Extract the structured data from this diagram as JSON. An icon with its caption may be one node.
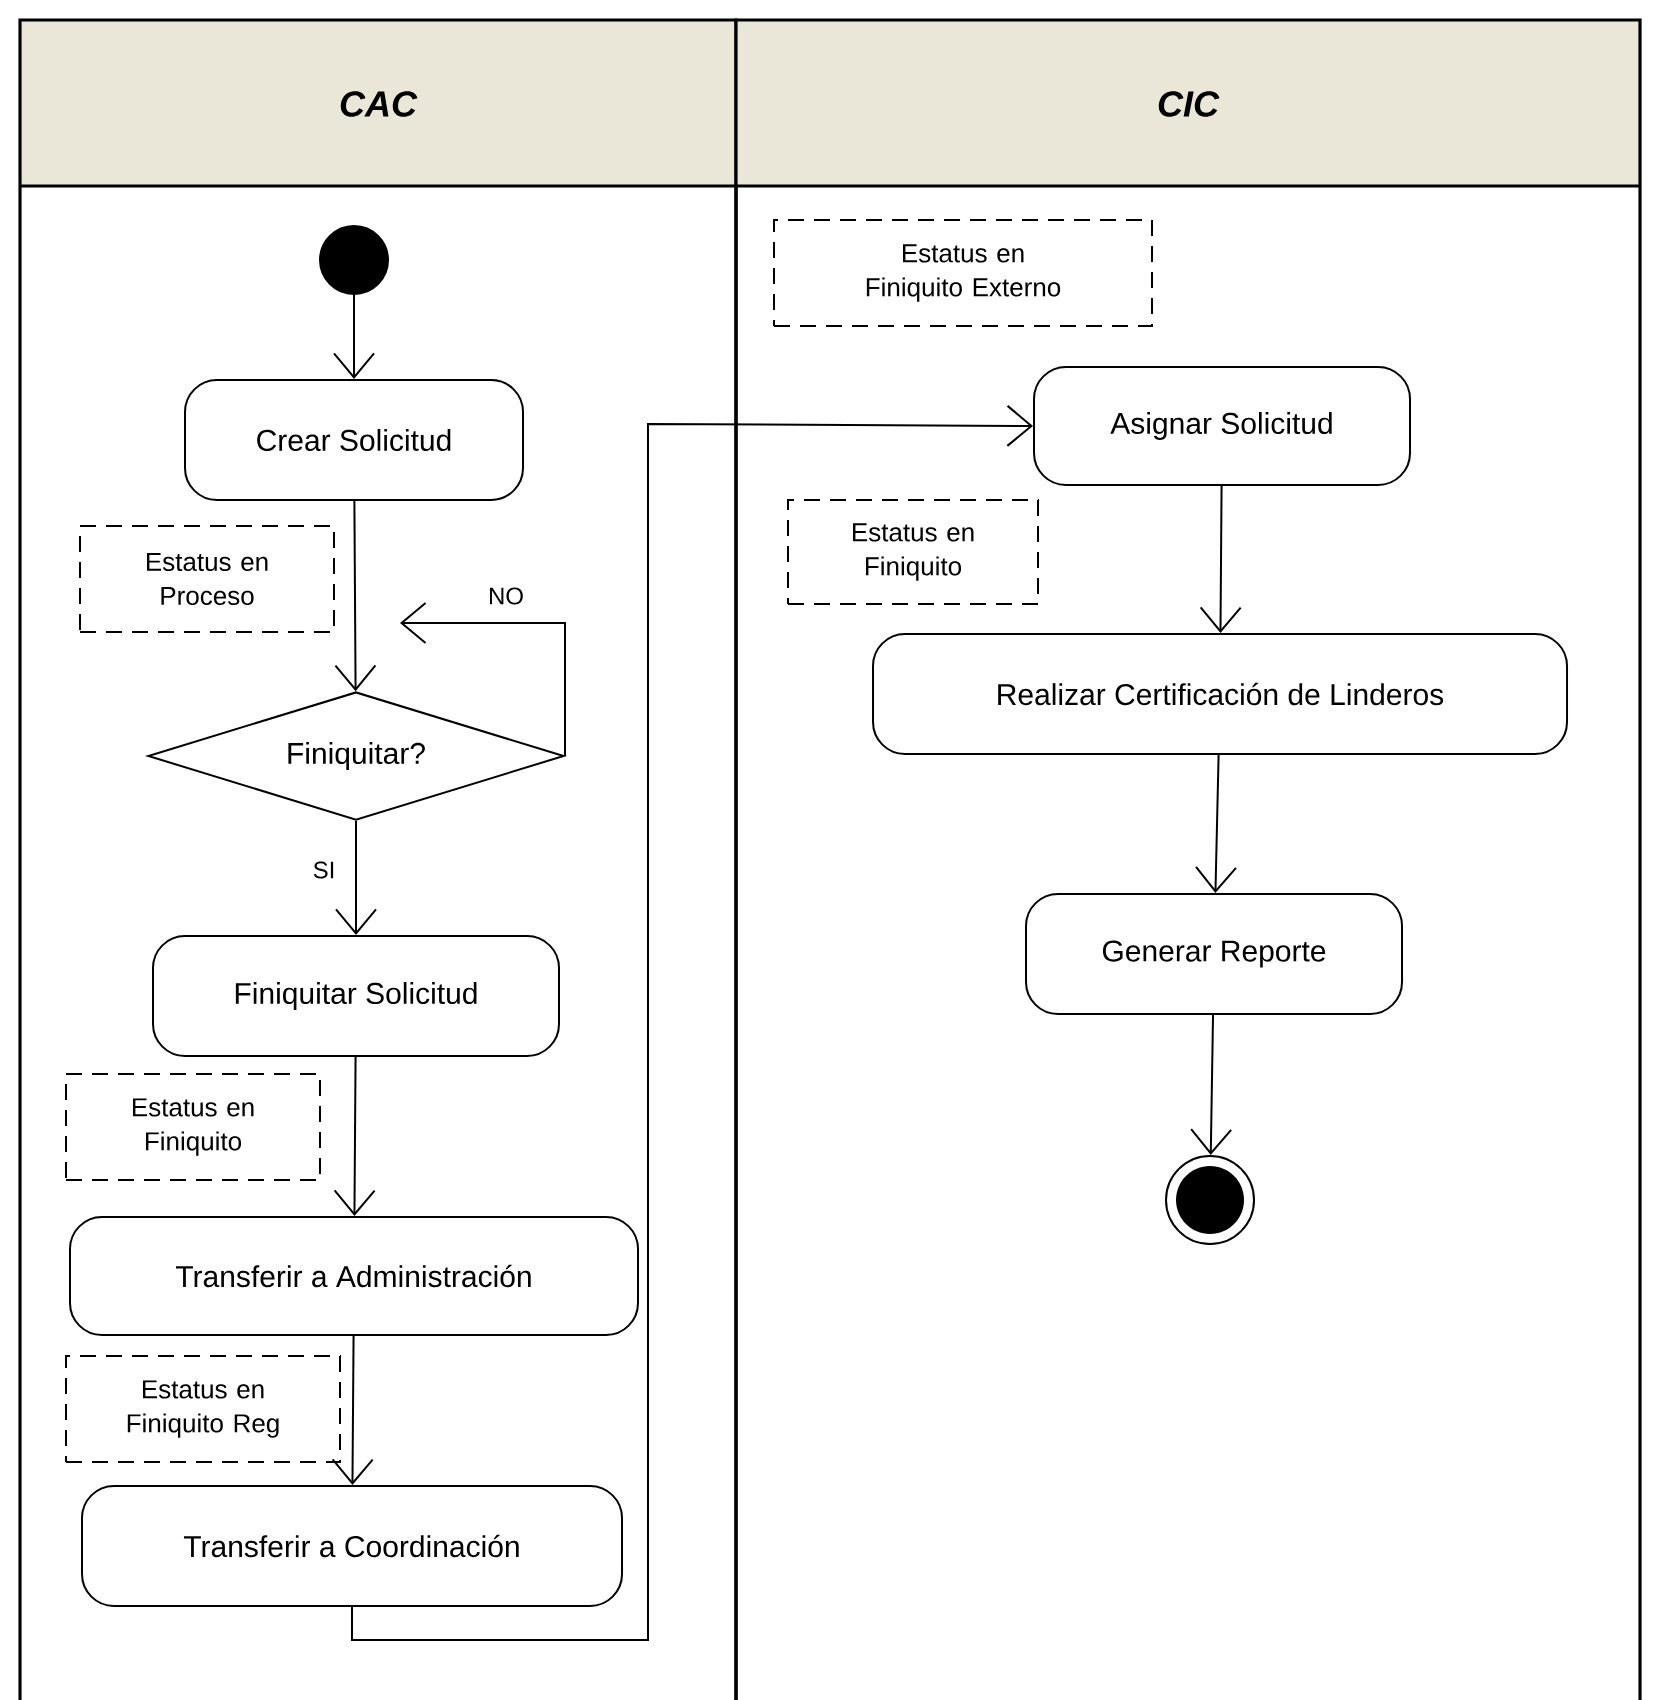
{
  "diagram": {
    "nodes": [
      {
        "text": [
          "CAC"
        ]
      },
      {
        "text": [],
        "shape": "circle",
        "in": 0
      },
      {
        "text": [
          "Crear Solicitud"
        ],
        "in": 0
      },
      {
        "text": [
          "Estatus en Proceso"
        ],
        "in": 0
      },
      {
        "text": [
          "Finiquitar?"
        ],
        "in": 0
      },
      {
        "text": [
          "Finiquitar Solicitud"
        ],
        "in": 0
      },
      {
        "text": [
          "Estatus en Finiquito"
        ],
        "in": 0
      },
      {
        "text": [
          "Transferir a Administración"
        ],
        "in": 0
      },
      {
        "text": [
          "Estatus en Finiquito Reg"
        ],
        "in": 0
      },
      {
        "text": [
          "Transferir a Coordinación"
        ],
        "in": 0
      },
      {
        "text": [
          "CIC"
        ]
      },
      {
        "text": [
          "Estatus en Finiquito Externo"
        ],
        "in": 10
      },
      {
        "text": [
          "Asignar Solicitud"
        ],
        "in": 10
      },
      {
        "text": [
          "Estatus en Finiquito"
        ],
        "in": 10
      },
      {
        "text": [
          "Realizar Certificación de Linderos"
        ],
        "in": 10
      },
      {
        "text": [
          "Generar Reporte"
        ],
        "in": 10
      },
      {
        "text": [],
        "shape": "circle",
        "in": 10
      }
    ],
    "edges": [
      {
        "from": 1,
        "to": 2,
        "arrow": "to"
      },
      {
        "from": 2,
        "to": 4,
        "arrow": "to"
      },
      {
        "from": 4,
        "to": 4,
        "arrow": "to",
        "label": "NO"
      },
      {
        "from": 4,
        "to": 5,
        "arrow": "to",
        "label": "SI"
      },
      {
        "from": 5,
        "to": 7,
        "arrow": "to"
      },
      {
        "from": 7,
        "to": 9,
        "arrow": "to"
      },
      {
        "from": 9,
        "to": 12,
        "arrow": "to"
      },
      {
        "from": 12,
        "to": 14,
        "arrow": "to"
      },
      {
        "from": 14,
        "to": 15,
        "arrow": "to"
      },
      {
        "from": 15,
        "to": 16,
        "arrow": "to"
      }
    ]
  }
}
